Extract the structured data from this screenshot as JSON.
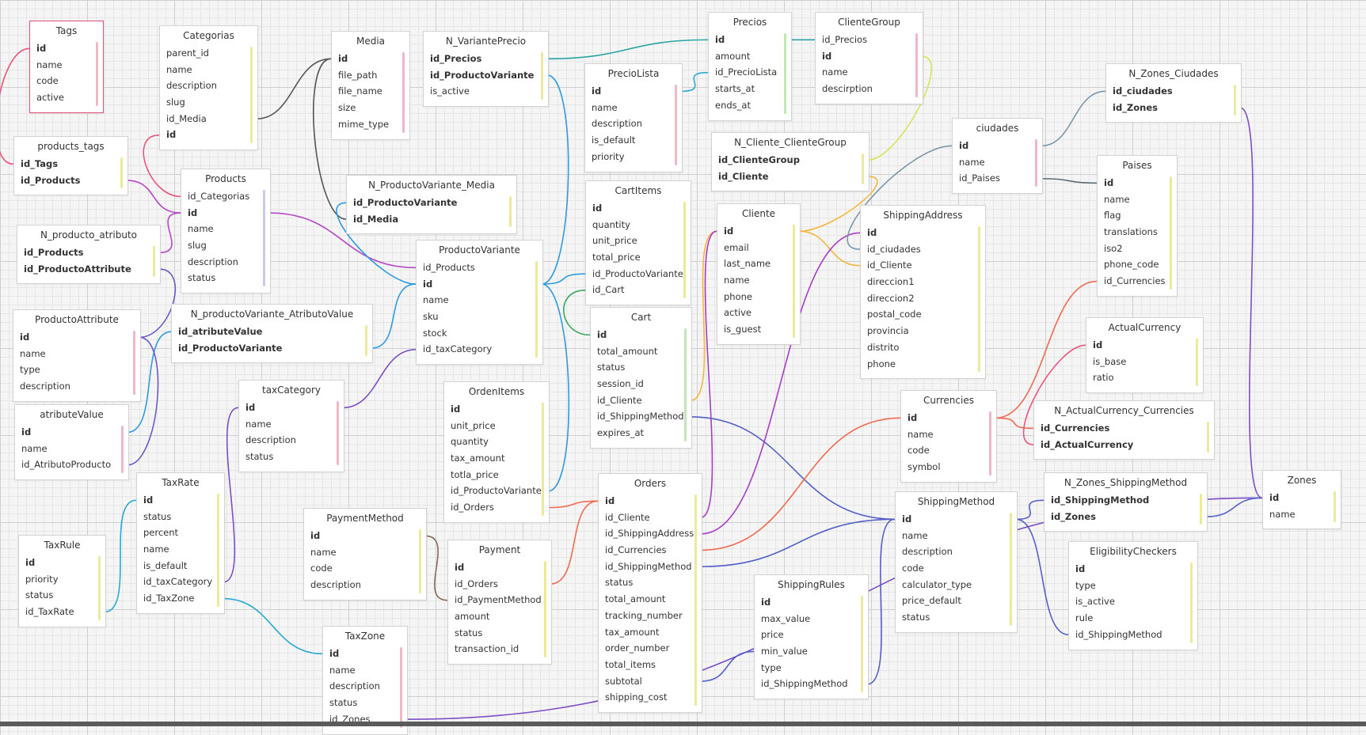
{
  "tables": [
    {
      "name": "Tags",
      "selected": true,
      "bar": "#f0b8c4",
      "fields": [
        {
          "n": "id",
          "pk": true
        },
        {
          "n": "name"
        },
        {
          "n": "code"
        },
        {
          "n": "active"
        }
      ]
    },
    {
      "name": "Categorias",
      "bar": "#ecea9a",
      "fields": [
        {
          "n": "parent_id"
        },
        {
          "n": "name"
        },
        {
          "n": "description"
        },
        {
          "n": "slug"
        },
        {
          "n": "id_Media"
        },
        {
          "n": "id",
          "pk": true
        }
      ]
    },
    {
      "name": "Media",
      "bar": "#f0b8c4",
      "fields": [
        {
          "n": "id",
          "pk": true
        },
        {
          "n": "file_path"
        },
        {
          "n": "file_name"
        },
        {
          "n": "size"
        },
        {
          "n": "mime_type"
        }
      ]
    },
    {
      "name": "N_VariantePrecio",
      "bar": "#ecea9a",
      "fields": [
        {
          "n": "id_Precios",
          "pk": true
        },
        {
          "n": "id_ProductoVariante",
          "pk": true
        },
        {
          "n": "is_active"
        }
      ]
    },
    {
      "name": "Precios",
      "bar": "#bfe8b5",
      "fields": [
        {
          "n": "id",
          "pk": true
        },
        {
          "n": "amount"
        },
        {
          "n": "id_PrecioLista"
        },
        {
          "n": "starts_at"
        },
        {
          "n": "ends_at"
        }
      ]
    },
    {
      "name": "ClienteGroup",
      "bar": "#f0b8c4",
      "fields": [
        {
          "n": "id_Precios"
        },
        {
          "n": "id",
          "pk": true
        },
        {
          "n": "name"
        },
        {
          "n": "descirption"
        }
      ]
    },
    {
      "name": "products_tags",
      "bar": "#ecea9a",
      "fields": [
        {
          "n": "id_Tags",
          "pk": true
        },
        {
          "n": "id_Products",
          "pk": true
        }
      ]
    },
    {
      "name": "Products",
      "bar": "#c9c8f0",
      "fields": [
        {
          "n": "id_Categorias"
        },
        {
          "n": "id",
          "pk": true
        },
        {
          "n": "name"
        },
        {
          "n": "slug"
        },
        {
          "n": "description"
        },
        {
          "n": "status"
        }
      ]
    },
    {
      "name": "PrecioLista",
      "bar": "#f0b8c4",
      "fields": [
        {
          "n": "id",
          "pk": true
        },
        {
          "n": "name"
        },
        {
          "n": "description"
        },
        {
          "n": "is_default"
        },
        {
          "n": "priority"
        }
      ]
    },
    {
      "name": "N_Cliente_ClienteGroup",
      "bar": "#ecea9a",
      "fields": [
        {
          "n": "id_ClienteGroup",
          "pk": true
        },
        {
          "n": "id_Cliente",
          "pk": true
        }
      ]
    },
    {
      "name": "ciudades",
      "bar": "#f0b8c4",
      "fields": [
        {
          "n": "id",
          "pk": true
        },
        {
          "n": "name"
        },
        {
          "n": "id_Paises"
        }
      ]
    },
    {
      "name": "N_Zones_Ciudades",
      "bar": "#ecea9a",
      "fields": [
        {
          "n": "id_ciudades",
          "pk": true
        },
        {
          "n": "id_Zones",
          "pk": true
        }
      ]
    },
    {
      "name": "N_ProductoVariante_Media",
      "bar": "#ecea9a",
      "fields": [
        {
          "n": "id_ProductoVariante",
          "pk": true
        },
        {
          "n": "id_Media",
          "pk": true
        }
      ]
    },
    {
      "name": "CartItems",
      "bar": "#ecea9a",
      "fields": [
        {
          "n": "id",
          "pk": true
        },
        {
          "n": "quantity"
        },
        {
          "n": "unit_price"
        },
        {
          "n": "total_price"
        },
        {
          "n": "id_ProductoVariante"
        },
        {
          "n": "id_Cart"
        }
      ]
    },
    {
      "name": "Cliente",
      "bar": "#ecea9a",
      "fields": [
        {
          "n": "id",
          "pk": true
        },
        {
          "n": "email"
        },
        {
          "n": "last_name"
        },
        {
          "n": "name"
        },
        {
          "n": "phone"
        },
        {
          "n": "active"
        },
        {
          "n": "is_guest"
        }
      ]
    },
    {
      "name": "ShippingAddress",
      "bar": "#ecea9a",
      "fields": [
        {
          "n": "id",
          "pk": true
        },
        {
          "n": "id_ciudades"
        },
        {
          "n": "id_Cliente"
        },
        {
          "n": "direccion1"
        },
        {
          "n": "direccion2"
        },
        {
          "n": "postal_code"
        },
        {
          "n": "provincia"
        },
        {
          "n": "distrito"
        },
        {
          "n": "phone"
        }
      ]
    },
    {
      "name": "Paises",
      "bar": "#ecea9a",
      "fields": [
        {
          "n": "id",
          "pk": true
        },
        {
          "n": "name"
        },
        {
          "n": "flag"
        },
        {
          "n": "translations"
        },
        {
          "n": "iso2"
        },
        {
          "n": "phone_code"
        },
        {
          "n": "id_Currencies"
        }
      ]
    },
    {
      "name": "N_producto_atributo",
      "bar": "#ecea9a",
      "fields": [
        {
          "n": "id_Products",
          "pk": true
        },
        {
          "n": "id_ProductoAttribute",
          "pk": true
        }
      ]
    },
    {
      "name": "ProductoVariante",
      "bar": "#ecea9a",
      "fields": [
        {
          "n": "id_Products"
        },
        {
          "n": "id",
          "pk": true
        },
        {
          "n": "name"
        },
        {
          "n": "sku"
        },
        {
          "n": "stock"
        },
        {
          "n": "id_taxCategory"
        }
      ]
    },
    {
      "name": "Cart",
      "bar": "#bfe8b5",
      "fields": [
        {
          "n": "id",
          "pk": true
        },
        {
          "n": "total_amount"
        },
        {
          "n": "status"
        },
        {
          "n": "session_id"
        },
        {
          "n": "id_Cliente"
        },
        {
          "n": "id_ShippingMethod"
        },
        {
          "n": "expires_at"
        }
      ]
    },
    {
      "name": "ProductoAttribute",
      "bar": "#f0b8c4",
      "fields": [
        {
          "n": "id",
          "pk": true
        },
        {
          "n": "name"
        },
        {
          "n": "type"
        },
        {
          "n": "description"
        }
      ]
    },
    {
      "name": "N_productoVariante_AtributoValue",
      "bar": "#ecea9a",
      "fields": [
        {
          "n": "id_atributeValue",
          "pk": true
        },
        {
          "n": "id_ProductoVariante",
          "pk": true
        }
      ]
    },
    {
      "name": "ActualCurrency",
      "bar": "#ecea9a",
      "fields": [
        {
          "n": "id",
          "pk": true
        },
        {
          "n": "is_base"
        },
        {
          "n": "ratio"
        }
      ]
    },
    {
      "name": "taxCategory",
      "bar": "#f0b8c4",
      "fields": [
        {
          "n": "id",
          "pk": true
        },
        {
          "n": "name"
        },
        {
          "n": "description"
        },
        {
          "n": "status"
        }
      ]
    },
    {
      "name": "OrdenItems",
      "bar": "#ecea9a",
      "fields": [
        {
          "n": "id",
          "pk": true
        },
        {
          "n": "unit_price"
        },
        {
          "n": "quantity"
        },
        {
          "n": "tax_amount"
        },
        {
          "n": "totla_price"
        },
        {
          "n": "id_ProductoVariante"
        },
        {
          "n": "id_Orders"
        }
      ]
    },
    {
      "name": "Currencies",
      "bar": "#f0b8c4",
      "fields": [
        {
          "n": "id",
          "pk": true
        },
        {
          "n": "name"
        },
        {
          "n": "code"
        },
        {
          "n": "symbol"
        }
      ]
    },
    {
      "name": "N_ActualCurrency_Currencies",
      "bar": "#ecea9a",
      "fields": [
        {
          "n": "id_Currencies",
          "pk": true
        },
        {
          "n": "id_ActualCurrency",
          "pk": true
        }
      ]
    },
    {
      "name": "atributeValue",
      "bar": "#f0b8c4",
      "fields": [
        {
          "n": "id",
          "pk": true
        },
        {
          "n": "name"
        },
        {
          "n": "id_AtributoProducto"
        }
      ]
    },
    {
      "name": "TaxRate",
      "bar": "#ecea9a",
      "fields": [
        {
          "n": "id",
          "pk": true
        },
        {
          "n": "status"
        },
        {
          "n": "percent"
        },
        {
          "n": "name"
        },
        {
          "n": "is_default"
        },
        {
          "n": "id_taxCategory"
        },
        {
          "n": "id_TaxZone"
        }
      ]
    },
    {
      "name": "Orders",
      "bar": "#ecea9a",
      "fields": [
        {
          "n": "id",
          "pk": true
        },
        {
          "n": "id_Cliente"
        },
        {
          "n": "id_ShippingAddress"
        },
        {
          "n": "id_Currencies"
        },
        {
          "n": "id_ShippingMethod"
        },
        {
          "n": "status"
        },
        {
          "n": "total_amount"
        },
        {
          "n": "tracking_number"
        },
        {
          "n": "tax_amount"
        },
        {
          "n": "order_number"
        },
        {
          "n": "total_items"
        },
        {
          "n": "subtotal"
        },
        {
          "n": "shipping_cost"
        }
      ]
    },
    {
      "name": "N_Zones_ShippingMethod",
      "bar": "#ecea9a",
      "fields": [
        {
          "n": "id_ShippingMethod",
          "pk": true
        },
        {
          "n": "id_Zones",
          "pk": true
        }
      ]
    },
    {
      "name": "Zones",
      "bar": "#ecea9a",
      "fields": [
        {
          "n": "id",
          "pk": true
        },
        {
          "n": "name"
        }
      ]
    },
    {
      "name": "ShippingMethod",
      "bar": "#ecea9a",
      "fields": [
        {
          "n": "id",
          "pk": true
        },
        {
          "n": "name"
        },
        {
          "n": "description"
        },
        {
          "n": "code"
        },
        {
          "n": "calculator_type"
        },
        {
          "n": "price_default"
        },
        {
          "n": "status"
        }
      ]
    },
    {
      "name": "PaymentMethod",
      "bar": "#ecea9a",
      "fields": [
        {
          "n": "id",
          "pk": true
        },
        {
          "n": "name"
        },
        {
          "n": "code"
        },
        {
          "n": "description"
        }
      ]
    },
    {
      "name": "Payment",
      "bar": "#ecea9a",
      "fields": [
        {
          "n": "id",
          "pk": true
        },
        {
          "n": "id_Orders"
        },
        {
          "n": "id_PaymentMethod"
        },
        {
          "n": "amount"
        },
        {
          "n": "status"
        },
        {
          "n": "transaction_id"
        }
      ]
    },
    {
      "name": "TaxRule",
      "bar": "#ecea9a",
      "fields": [
        {
          "n": "id",
          "pk": true
        },
        {
          "n": "priority"
        },
        {
          "n": "status"
        },
        {
          "n": "id_TaxRate"
        }
      ]
    },
    {
      "name": "EligibilityCheckers",
      "bar": "#ecea9a",
      "fields": [
        {
          "n": "id",
          "pk": true
        },
        {
          "n": "type"
        },
        {
          "n": "is_active"
        },
        {
          "n": "rule"
        },
        {
          "n": "id_ShippingMethod"
        }
      ]
    },
    {
      "name": "ShippingRules",
      "bar": "#ecea9a",
      "fields": [
        {
          "n": "id",
          "pk": true
        },
        {
          "n": "max_value"
        },
        {
          "n": "price"
        },
        {
          "n": "min_value"
        },
        {
          "n": "type"
        },
        {
          "n": "id_ShippingMethod"
        }
      ]
    },
    {
      "name": "TaxZone",
      "bar": "#f0b8c4",
      "fields": [
        {
          "n": "id",
          "pk": true
        },
        {
          "n": "name"
        },
        {
          "n": "description"
        },
        {
          "n": "status"
        },
        {
          "n": "id_Zones"
        }
      ]
    }
  ],
  "relations": [
    {
      "from": "Tags.id",
      "to": "products_tags.id_Tags",
      "color": "#e8557a"
    },
    {
      "from": "products_tags.id_Products",
      "to": "Products.id",
      "color": "#b648c8"
    },
    {
      "from": "N_producto_atributo.id_Products",
      "to": "Products.id",
      "color": "#b648c8"
    },
    {
      "from": "Categorias.id_Media",
      "to": "Media.id",
      "color": "#555555"
    },
    {
      "from": "Categorias.id",
      "to": "Products.id_Categorias",
      "color": "#e8557a"
    },
    {
      "from": "Media.id",
      "to": "N_ProductoVariante_Media.id_Media",
      "color": "#555555"
    },
    {
      "from": "Products.id",
      "to": "ProductoVariante.id_Products",
      "color": "#b648c8"
    },
    {
      "from": "N_VariantePrecio.id_Precios",
      "to": "Precios.id",
      "color": "#2aa3a3"
    },
    {
      "from": "Precios.id",
      "to": "ClienteGroup.id_Precios",
      "color": "#2aa3a3"
    },
    {
      "from": "PrecioLista.id",
      "to": "Precios.id_PrecioLista",
      "color": "#29a9d6"
    },
    {
      "from": "ClienteGroup.id",
      "to": "N_Cliente_ClienteGroup.id_ClienteGroup",
      "color": "#d9e35a"
    },
    {
      "from": "N_Cliente_ClienteGroup.id_Cliente",
      "to": "Cliente.id",
      "color": "#f5b63c"
    },
    {
      "from": "N_VariantePrecio.id_ProductoVariante",
      "to": "ProductoVariante.id",
      "color": "#2f9be0"
    },
    {
      "from": "N_ProductoVariante_Media.id_ProductoVariante",
      "to": "ProductoVariante.id",
      "color": "#2f9be0"
    },
    {
      "from": "CartItems.id_ProductoVariante",
      "to": "ProductoVariante.id",
      "color": "#2f9be0"
    },
    {
      "from": "OrdenItems.id_ProductoVariante",
      "to": "ProductoVariante.id",
      "color": "#2f9be0"
    },
    {
      "from": "N_productoVariante_AtributoValue.id_ProductoVariante",
      "to": "ProductoVariante.id",
      "color": "#2f9be0"
    },
    {
      "from": "N_productoVariante_AtributoValue.id_atributeValue",
      "to": "atributeValue.id",
      "color": "#2f9be0"
    },
    {
      "from": "N_producto_atributo.id_ProductoAttribute",
      "to": "ProductoAttribute.id",
      "color": "#6a5cc8"
    },
    {
      "from": "ProductoAttribute.id",
      "to": "atributeValue.id_AtributoProducto",
      "color": "#6a5cc8"
    },
    {
      "from": "ProductoVariante.id_taxCategory",
      "to": "taxCategory.id",
      "color": "#7b4fc6"
    },
    {
      "from": "taxCategory.id",
      "to": "TaxRate.id_taxCategory",
      "color": "#7b4fc6"
    },
    {
      "from": "TaxRate.id",
      "to": "TaxRule.id_TaxRate",
      "color": "#29a9d6"
    },
    {
      "from": "TaxRate.id_TaxZone",
      "to": "TaxZone.id",
      "color": "#29a9d6"
    },
    {
      "from": "TaxZone.id_Zones",
      "to": "Zones.id",
      "color": "#7b4fc6"
    },
    {
      "from": "CartItems.id_Cart",
      "to": "Cart.id",
      "color": "#3aa85c"
    },
    {
      "from": "Cart.id_Cliente",
      "to": "Cliente.id",
      "color": "#f5b63c"
    },
    {
      "from": "ShippingAddress.id_Cliente",
      "to": "Cliente.id",
      "color": "#f5b63c"
    },
    {
      "from": "Cart.id_ShippingMethod",
      "to": "ShippingMethod.id",
      "color": "#5560c8"
    },
    {
      "from": "OrdenItems.id_Orders",
      "to": "Orders.id",
      "color": "#f06a50"
    },
    {
      "from": "Payment.id_Orders",
      "to": "Orders.id",
      "color": "#f06a50"
    },
    {
      "from": "Payment.id_PaymentMethod",
      "to": "PaymentMethod.id",
      "color": "#8a6a58"
    },
    {
      "from": "Orders.id_Cliente",
      "to": "Cliente.id",
      "color": "#a93cc8"
    },
    {
      "from": "Orders.id_ShippingAddress",
      "to": "ShippingAddress.id",
      "color": "#a93cc8"
    },
    {
      "from": "Orders.id_Currencies",
      "to": "Currencies.id",
      "color": "#f06a50"
    },
    {
      "from": "Orders.id_ShippingMethod",
      "to": "ShippingMethod.id",
      "color": "#5560c8"
    },
    {
      "from": "ShippingRules.id_ShippingMethod",
      "to": "ShippingMethod.id",
      "color": "#5560c8"
    },
    {
      "from": "EligibilityCheckers.id_ShippingMethod",
      "to": "ShippingMethod.id",
      "color": "#5560c8"
    },
    {
      "from": "N_Zones_ShippingMethod.id_ShippingMethod",
      "to": "ShippingMethod.id",
      "color": "#5560c8"
    },
    {
      "from": "N_Zones_ShippingMethod.id_Zones",
      "to": "Zones.id",
      "color": "#5560c8"
    },
    {
      "from": "N_Zones_Ciudades.id_Zones",
      "to": "Zones.id",
      "color": "#7b4fc6"
    },
    {
      "from": "N_Zones_Ciudades.id_ciudades",
      "to": "ciudades.id",
      "color": "#7c97a8"
    },
    {
      "from": "ShippingAddress.id_ciudades",
      "to": "ciudades.id",
      "color": "#7c97a8"
    },
    {
      "from": "ciudades.id_Paises",
      "to": "Paises.id",
      "color": "#5a6a72"
    },
    {
      "from": "Paises.id_Currencies",
      "to": "Currencies.id",
      "color": "#f06a50"
    },
    {
      "from": "N_ActualCurrency_Currencies.id_Currencies",
      "to": "Currencies.id",
      "color": "#f06a50"
    },
    {
      "from": "N_ActualCurrency_Currencies.id_ActualCurrency",
      "to": "ActualCurrency.id",
      "color": "#e8557a"
    },
    {
      "from": "Orders.subtotal",
      "to": "ShippingRules.min_value",
      "color": "#5560c8"
    }
  ]
}
